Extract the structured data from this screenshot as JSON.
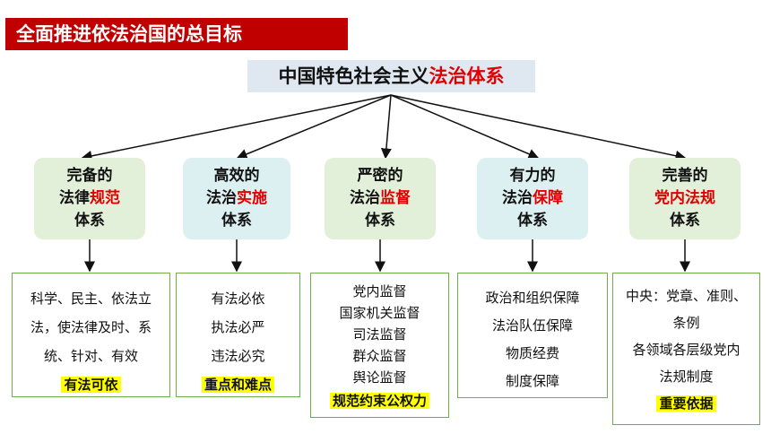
{
  "header": {
    "title": "全面推进依法治国的总目标"
  },
  "center": {
    "prefix": "中国特色社会主义",
    "emphasis": "法治体系"
  },
  "categories": [
    {
      "line1": "完备的",
      "line2_plain": "法律",
      "line2_red": "规范",
      "line3": "体系"
    },
    {
      "line1": "高效的",
      "line2_plain": "法治",
      "line2_red": "实施",
      "line3": "体系"
    },
    {
      "line1": "严密的",
      "line2_plain": "法治",
      "line2_red": "监督",
      "line3": "体系"
    },
    {
      "line1": "有力的",
      "line2_plain": "法治",
      "line2_red": "保障",
      "line3": "体系"
    },
    {
      "line1": "完善的",
      "line2_plain": "",
      "line2_red": "党内法规",
      "line3": "体系"
    }
  ],
  "details": [
    {
      "lines": [
        "科学、民主、依法立",
        "法，使法律及时、系",
        "统、针对、有效"
      ],
      "highlight": "有法可依"
    },
    {
      "lines": [
        "有法必依",
        "执法必严",
        "违法必究"
      ],
      "highlight": "重点和难点"
    },
    {
      "lines": [
        "党内监督",
        "国家机关监督",
        "司法监督",
        "群众监督",
        "舆论监督"
      ],
      "highlight": "规范约束公权力"
    },
    {
      "lines": [
        "政治和组织保障",
        "法治队伍保障",
        "物质经费",
        "制度保障"
      ],
      "highlight": ""
    },
    {
      "lines": [
        "中央：党章、准则、",
        "条例",
        "各领域各层级党内",
        "法规制度"
      ],
      "highlight": "重要依据"
    }
  ],
  "colors": {
    "title_bg": "#c00000",
    "accent_red": "#e00000",
    "highlight": "#ffff00",
    "box_border": "#70ad47"
  }
}
